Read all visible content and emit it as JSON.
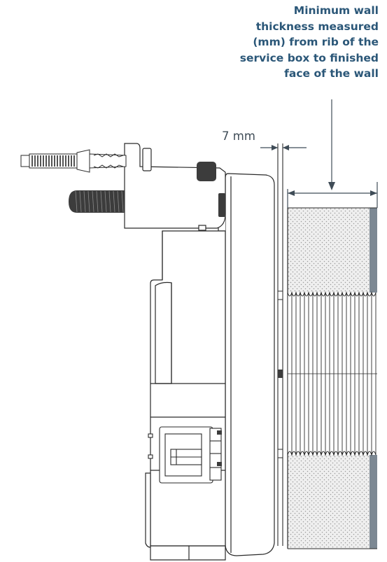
{
  "annotation": {
    "lines": [
      "Minimum wall",
      "thickness measured",
      "(mm) from rib of the",
      "service box to finished",
      "face of the wall"
    ]
  },
  "dimension": {
    "label": "7 mm"
  },
  "colors": {
    "annotation_text": "#2b5778",
    "outline": "#2a2a2a",
    "dimension_line": "#3f4c57",
    "wall_fill": "#efefef",
    "wall_dots": "#9a9a9a",
    "finish_layer": "#7c8893",
    "dark_part": "#3c3c3c"
  }
}
